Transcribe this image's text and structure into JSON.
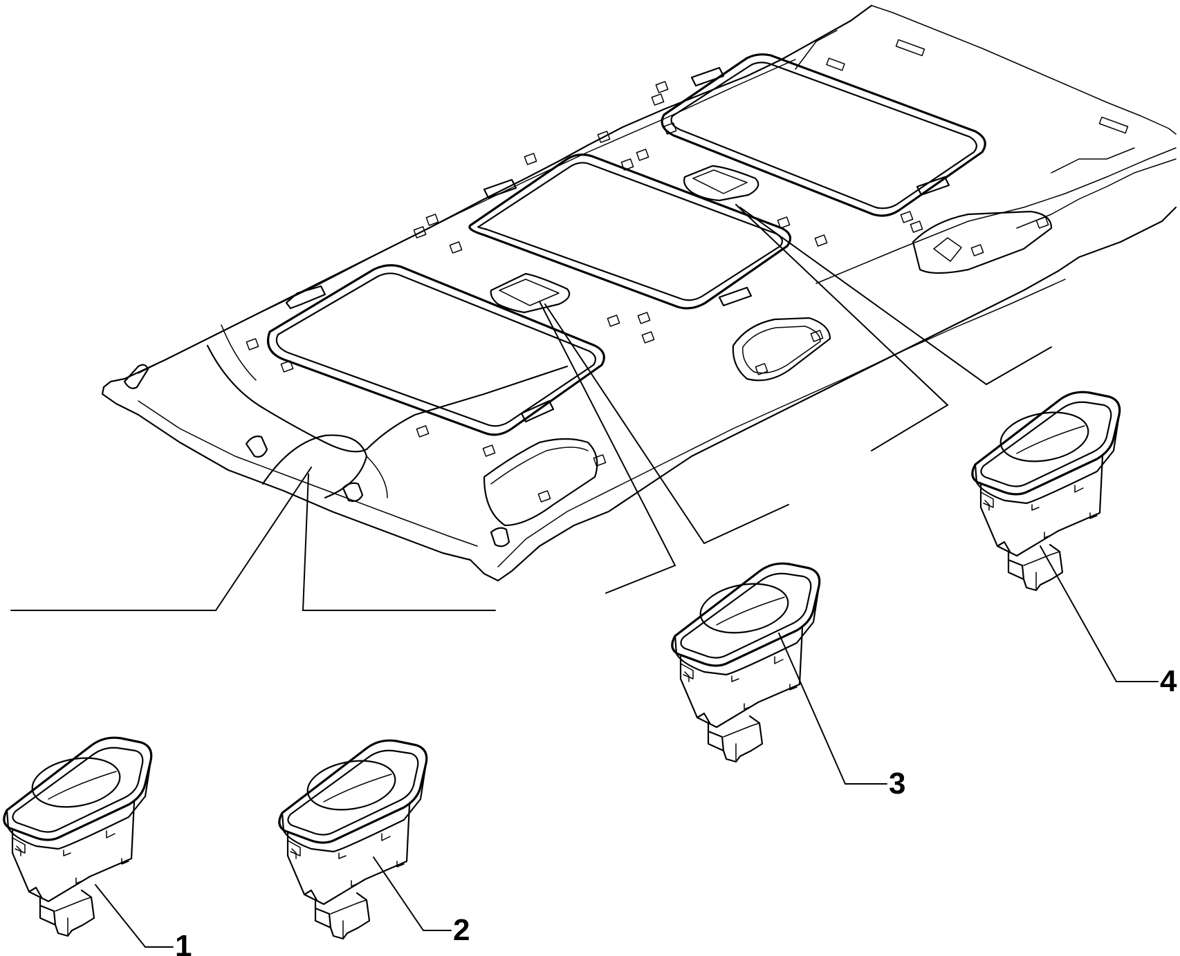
{
  "callouts": [
    {
      "label": "1"
    },
    {
      "label": "2"
    },
    {
      "label": "3"
    },
    {
      "label": "4"
    }
  ]
}
